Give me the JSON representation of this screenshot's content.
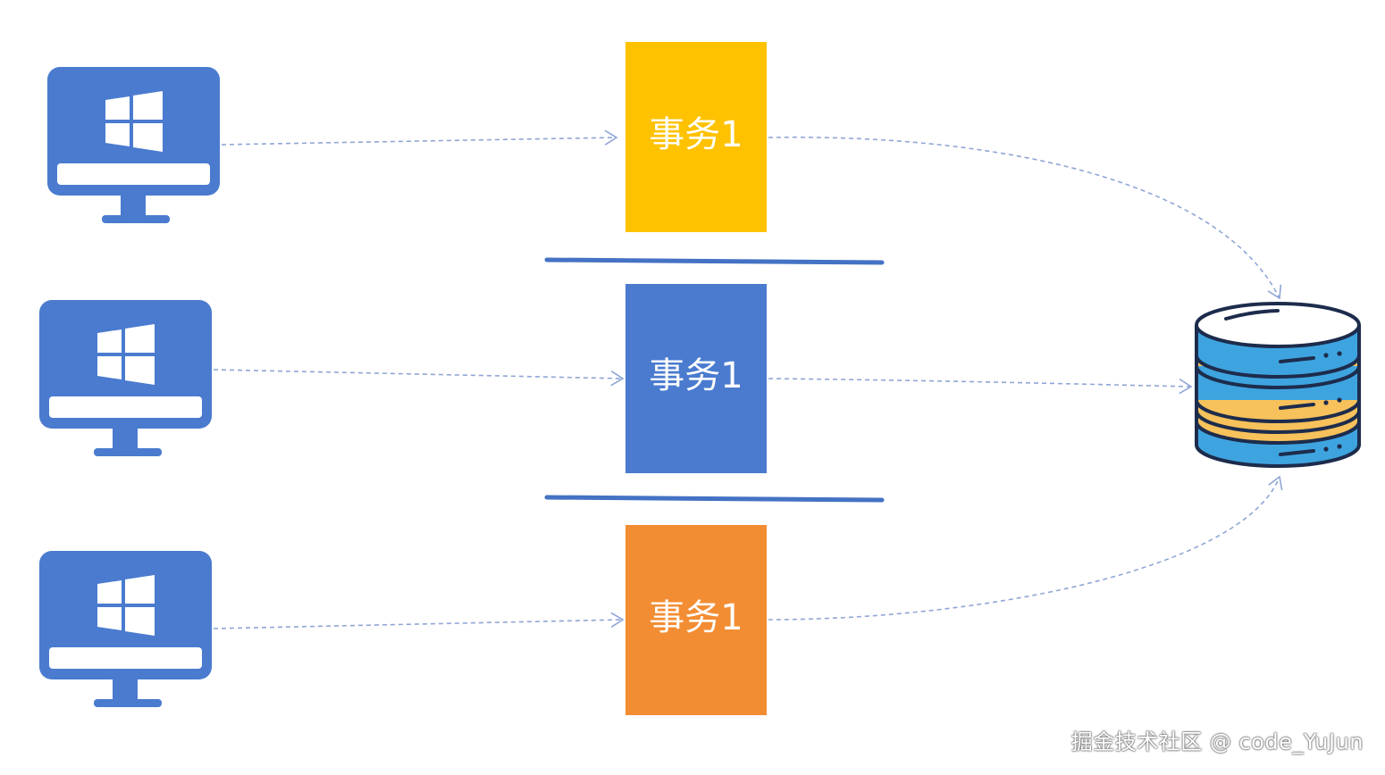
{
  "colors": {
    "computer": "#4a7bcf",
    "box_top": "#fec200",
    "box_middle": "#4a7bcf",
    "box_bottom": "#f38d33",
    "divider": "#4472c4",
    "arrow": "#8fa6d6",
    "db_blue": "#3ea4e0",
    "db_orange": "#f7c15b",
    "db_outline": "#1d2c4c"
  },
  "icons": {
    "computer": "windows-desktop-icon",
    "database": "database-server-icon"
  },
  "transactions": [
    {
      "label": "事务1"
    },
    {
      "label": "事务1"
    },
    {
      "label": "事务1"
    }
  ],
  "watermark": "掘金技术社区 @ code_YuJun"
}
